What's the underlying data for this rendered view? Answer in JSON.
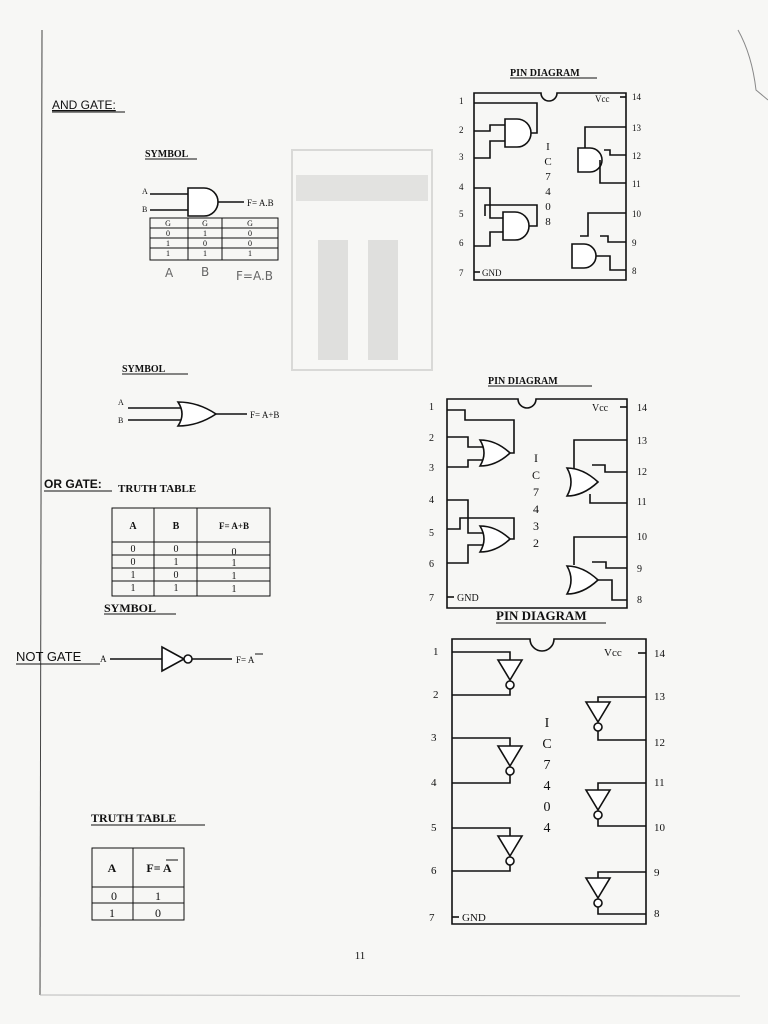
{
  "page_number": "11",
  "and_section": {
    "heading": "AND GATE:",
    "symbol_label": "SYMBOL",
    "input_a": "A",
    "input_b": "B",
    "output": "F= A.B",
    "table_headers": [
      "G",
      "G",
      "G"
    ],
    "table_rows": [
      [
        "0",
        "1",
        "0"
      ],
      [
        "1",
        "0",
        "0"
      ],
      [
        "1",
        "1",
        "1"
      ]
    ],
    "handwritten": [
      "A",
      "B",
      "F=A.B"
    ],
    "pin_diagram_title": "PIN DIAGRAM",
    "ic_label": [
      "I",
      "C",
      "7",
      "4",
      "0",
      "8"
    ],
    "vcc": "Vcc",
    "gnd": "GND",
    "left_pins": [
      "1",
      "2",
      "3",
      "4",
      "5",
      "6",
      "7"
    ],
    "right_pins": [
      "14",
      "13",
      "12",
      "11",
      "10",
      "9",
      "8"
    ]
  },
  "or_section": {
    "symbol_label": "SYMBOL",
    "input_a": "A",
    "input_b": "B",
    "output": "F= A+B",
    "heading": "OR GATE:",
    "truth_table_label": "TRUTH TABLE",
    "table_headers": [
      "A",
      "B",
      "F= A+B"
    ],
    "table_rows": [
      [
        "0",
        "0",
        "0"
      ],
      [
        "0",
        "1",
        "1"
      ],
      [
        "1",
        "0",
        "1"
      ],
      [
        "1",
        "1",
        "1"
      ]
    ],
    "pin_diagram_title": "PIN DIAGRAM",
    "ic_label": [
      "I",
      "C",
      "7",
      "4",
      "3",
      "2"
    ],
    "vcc": "Vcc",
    "gnd": "GND",
    "left_pins": [
      "1",
      "2",
      "3",
      "4",
      "5",
      "6",
      "7"
    ],
    "right_pins": [
      "14",
      "13",
      "12",
      "11",
      "10",
      "9",
      "8"
    ]
  },
  "not_section": {
    "symbol_label": "SYMBOL",
    "heading": "NOT GATE",
    "input_a": "A",
    "output": "F= A",
    "truth_table_label": "TRUTH TABLE",
    "table_headers": [
      "A",
      "F= A"
    ],
    "table_rows": [
      [
        "0",
        "1"
      ],
      [
        "1",
        "0"
      ]
    ],
    "pin_diagram_title": "PIN DIAGRAM",
    "ic_label": [
      "I",
      "C",
      "7",
      "4",
      "0",
      "4"
    ],
    "vcc": "Vcc",
    "gnd": "GND",
    "left_pins": [
      "1",
      "2",
      "3",
      "4",
      "5",
      "6",
      "7"
    ],
    "right_pins": [
      "14",
      "13",
      "12",
      "11",
      "10",
      "9",
      "8"
    ]
  }
}
